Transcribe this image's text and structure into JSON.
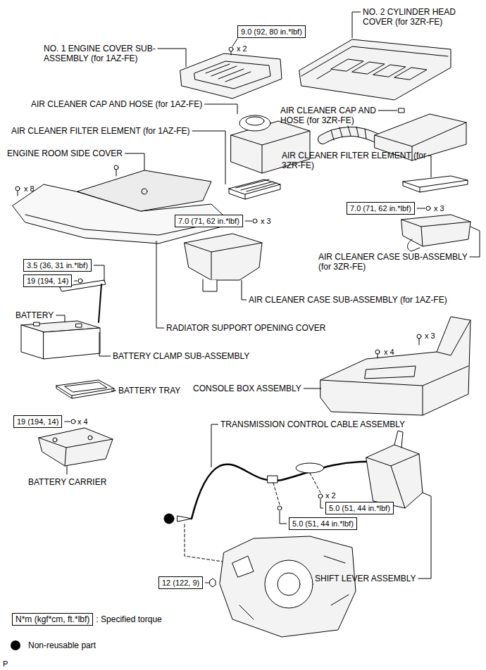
{
  "diagram": {
    "nodes": [
      {
        "text": [
          "9.0 (92, 80 in.*lbf)"
        ]
      },
      {
        "text": [
          "7.0 (71, 62 in.*lbf)"
        ]
      },
      {
        "text": [
          "7.0 (71, 62 in.*lbf)"
        ]
      },
      {
        "text": [
          "3.5 (36, 31 in.*lbf)"
        ]
      },
      {
        "text": [
          "19 (194, 14)"
        ]
      },
      {
        "text": [
          "19 (194, 14)"
        ]
      },
      {
        "text": [
          "5.0 (51, 44 in.*lbf)"
        ]
      },
      {
        "text": [
          "5.0 (51, 44 in.*lbf)"
        ]
      },
      {
        "text": [
          "12 (122, 9)"
        ]
      },
      {
        "text": [
          "N*m (kgf*cm, ft.*lbf)"
        ]
      }
    ],
    "labels": [
      "NO. 2 CYLINDER HEAD COVER (for 3ZR-FE)",
      "NO. 1 ENGINE COVER SUB-ASSEMBLY (for 1AZ-FE)",
      "x 2",
      "AIR CLEANER CAP AND HOSE (for 1AZ-FE)",
      "AIR CLEANER CAP AND HOSE (for 3ZR-FE)",
      "AIR CLEANER FILTER ELEMENT (for 1AZ-FE)",
      "AIR CLEANER FILTER ELEMENT (for 3ZR-FE)",
      "ENGINE ROOM SIDE COVER",
      "x 8",
      "x 3",
      "x 3",
      "AIR CLEANER CASE SUB-ASSEMBLY (for 3ZR-FE)",
      "AIR CLEANER CASE SUB-ASSEMBLY (for 1AZ-FE)",
      "BATTERY",
      "RADIATOR SUPPORT OPENING COVER",
      "BATTERY CLAMP SUB-ASSEMBLY",
      "x 3",
      "x 4",
      "BATTERY TRAY",
      "CONSOLE BOX ASSEMBLY",
      "x 4",
      "TRANSMISSION CONTROL CABLE ASSEMBLY",
      "BATTERY CARRIER",
      "x 2",
      "SHIFT LEVER ASSEMBLY",
      "P"
    ],
    "legend": [
      {
        "text": ": Specified torque"
      },
      {
        "text": "Non-reusable part"
      }
    ]
  }
}
